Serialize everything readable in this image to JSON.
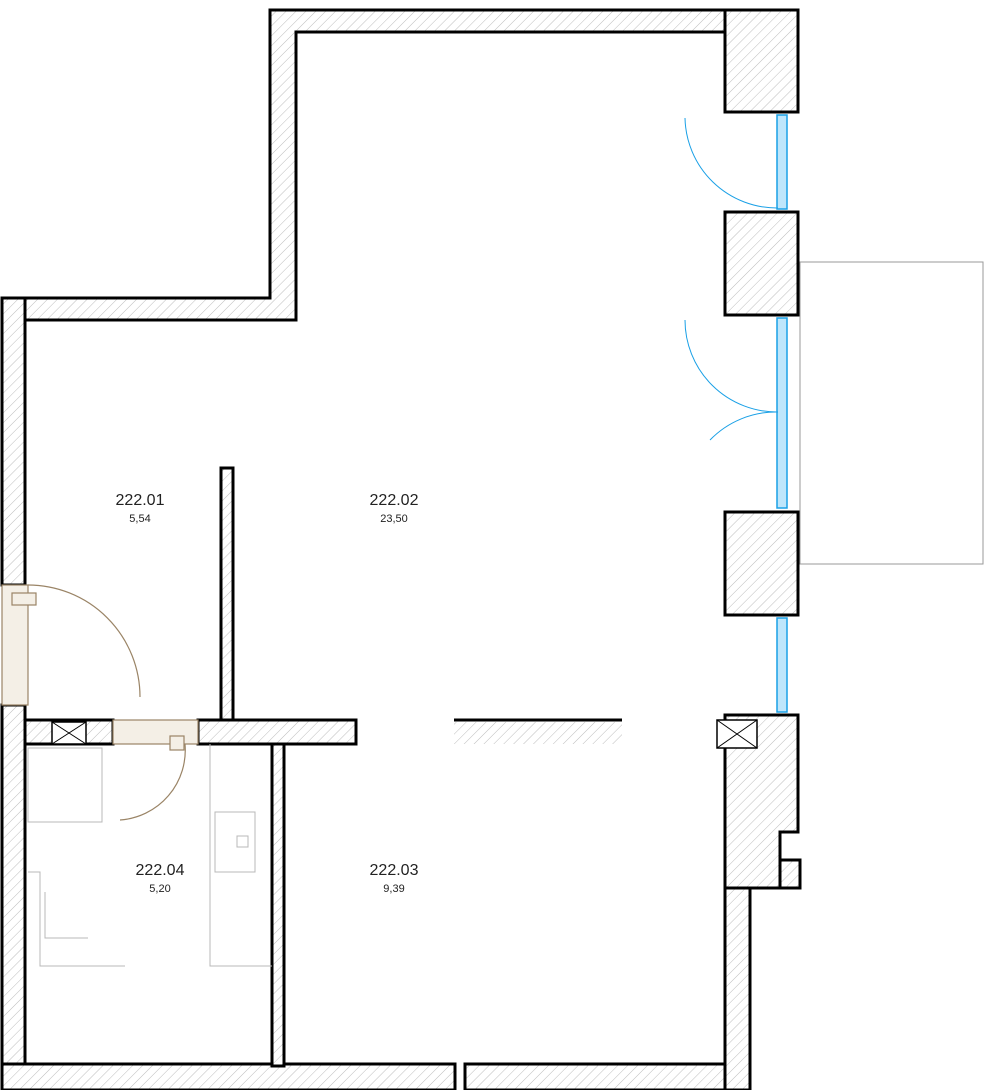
{
  "rooms": [
    {
      "number": "222.01",
      "area": "5,54"
    },
    {
      "number": "222.02",
      "area": "23,50"
    },
    {
      "number": "222.03",
      "area": "9,39"
    },
    {
      "number": "222.04",
      "area": "5,20"
    }
  ],
  "colors": {
    "wall_outline": "#000000",
    "wall_hatch": "#bdbdbd",
    "window_glass": "#1aa0e6",
    "door": "#9a8466",
    "fixture": "#b8b8b8"
  }
}
